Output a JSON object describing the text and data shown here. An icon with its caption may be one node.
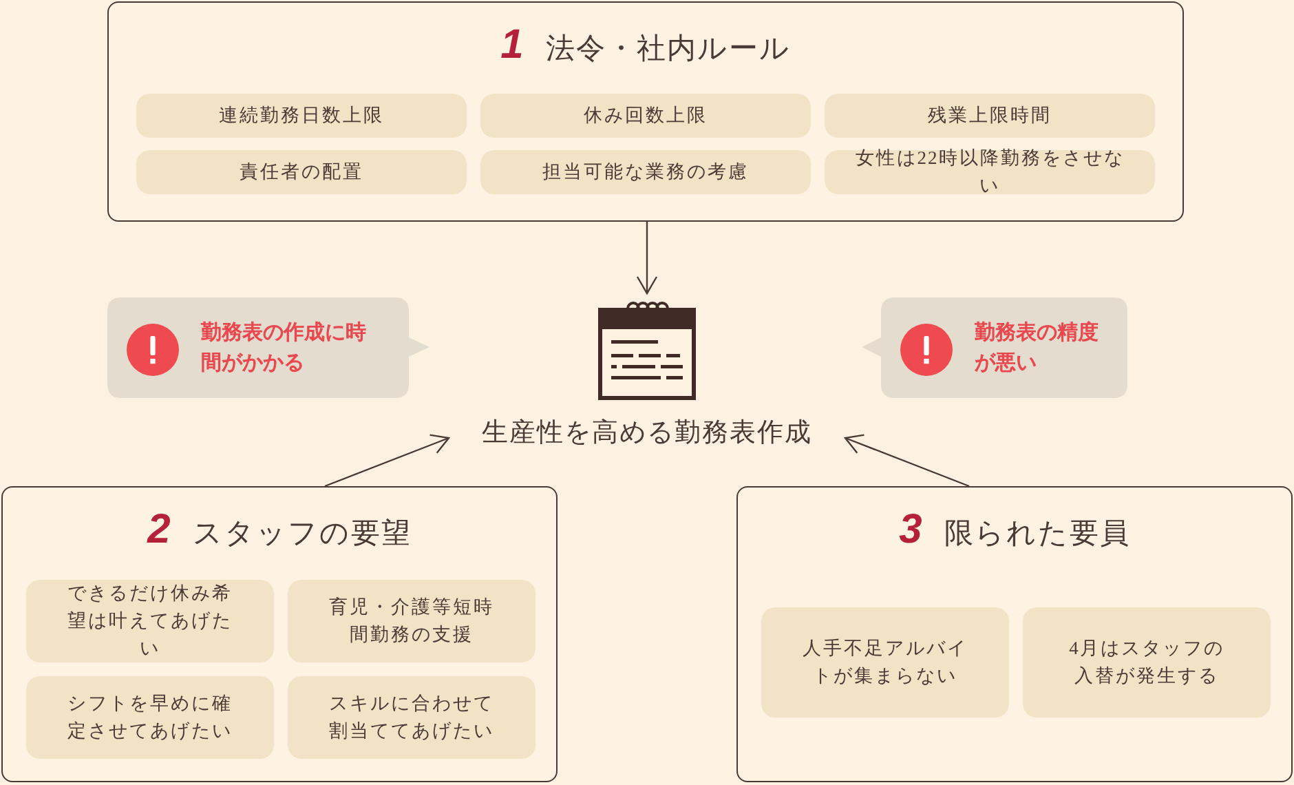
{
  "diagram": {
    "nodes": [
      {
        "text": [
          "1",
          "法令・社内ルール"
        ]
      },
      {
        "text": [
          "連続勤務日数上限"
        ],
        "in": 0
      },
      {
        "text": [
          "休み回数上限"
        ],
        "in": 0
      },
      {
        "text": [
          "残業上限時間"
        ],
        "in": 0
      },
      {
        "text": [
          "責任者の配置"
        ],
        "in": 0
      },
      {
        "text": [
          "担当可能な業務の考慮"
        ],
        "in": 0
      },
      {
        "text": [
          "女性は22時以降勤務をさせない"
        ],
        "in": 0
      },
      {
        "text": [
          "勤務表の作成に時間がかかる"
        ]
      },
      {
        "text": [
          "勤務表の精度が悪い"
        ]
      },
      {
        "text": [
          "生産性を高める勤務表作成"
        ]
      },
      {
        "text": [
          "2",
          "スタッフの要望"
        ]
      },
      {
        "text": [
          "できるだけ休み希望は叶えてあげたい"
        ],
        "in": 10
      },
      {
        "text": [
          "育児・介護等短時間勤務の支援"
        ],
        "in": 10
      },
      {
        "text": [
          "シフトを早めに確定させてあげたい"
        ],
        "in": 10
      },
      {
        "text": [
          "スキルに合わせて割当ててあげたい"
        ],
        "in": 10
      },
      {
        "text": [
          "3",
          "限られた要員"
        ]
      },
      {
        "text": [
          "人手不足アルバイトが集まらない"
        ],
        "in": 15
      },
      {
        "text": [
          "4月はスタッフの入替が発生する"
        ],
        "in": 15
      }
    ],
    "edges": [
      {
        "from": 0,
        "to": 9,
        "arrow": "to"
      },
      {
        "from": 10,
        "to": 9,
        "arrow": "to"
      },
      {
        "from": 15,
        "to": 9,
        "arrow": "to"
      }
    ]
  }
}
